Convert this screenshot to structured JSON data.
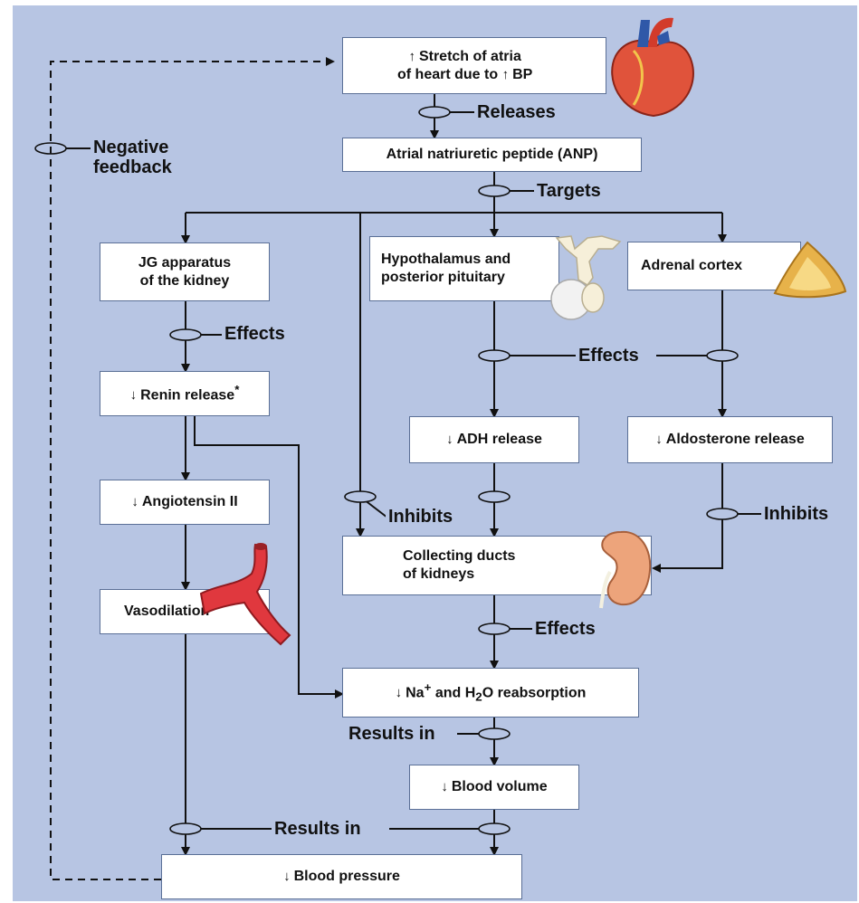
{
  "colors": {
    "background": "#b7c5e3",
    "line": "#111111",
    "box_fill": "#ffffff",
    "box_border": "#5a6f96"
  },
  "boxes": {
    "stretch": {
      "arrow": "↑",
      "line1": "Stretch of atria",
      "line2": "of heart due to",
      "arrow2": "↑",
      "bp": "BP"
    },
    "anp": "Atrial natriuretic peptide (ANP)",
    "jg": {
      "line1": "JG apparatus",
      "line2": "of the kidney"
    },
    "hypo": {
      "line1": "Hypothalamus and",
      "line2": "posterior pituitary"
    },
    "adrenal": "Adrenal cortex",
    "renin": {
      "arrow": "↓",
      "text": "Renin release",
      "note": "*"
    },
    "adh": {
      "arrow": "↓",
      "text": "ADH release"
    },
    "aldo": {
      "arrow": "↓",
      "text": "Aldosterone release"
    },
    "angio": {
      "arrow": "↓",
      "text": "Angiotensin II"
    },
    "collecting": {
      "line1": "Collecting ducts",
      "line2": "of kidneys"
    },
    "vaso": "Vasodilation",
    "reabs": {
      "arrow": "↓",
      "na": "Na",
      "na_sup": "+",
      "mid": " and H",
      "h_sub": "2",
      "end": "O reabsorption"
    },
    "bloodvol": {
      "arrow": "↓",
      "text": "Blood volume"
    },
    "bp": {
      "arrow": "↓",
      "text": "Blood pressure"
    }
  },
  "labels": {
    "releases": "Releases",
    "targets": "Targets",
    "negative_feedback": {
      "line1": "Negative",
      "line2": "feedback"
    },
    "effects_jg": "Effects",
    "effects_mid": "Effects",
    "inhibits_left": "Inhibits",
    "inhibits_right": "Inhibits",
    "effects_collecting": "Effects",
    "results_in_top": "Results in",
    "results_in_bottom": "Results in"
  },
  "images": [
    "heart-icon",
    "pituitary-icon",
    "adrenal-gland-icon",
    "blood-vessel-icon",
    "kidney-icon"
  ]
}
